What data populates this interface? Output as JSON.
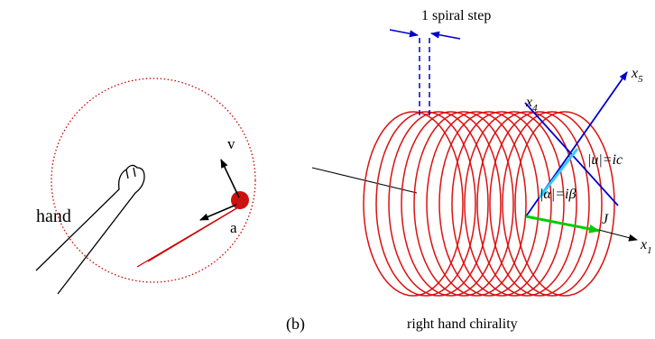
{
  "panel_a": {
    "labels": {
      "velocity": "v",
      "acceleration": "a",
      "hand": "hand"
    },
    "colors": {
      "orbit": "#cc0000",
      "ball": "#cc1111",
      "string": "#cc0000",
      "arrows": "#000000"
    }
  },
  "panel_b": {
    "labels": {
      "caption": "(b)",
      "spiral_step": "1 spiral step",
      "chirality": "right hand chirality",
      "x5_base": "x",
      "x5_sub": "5",
      "x4_base": "x",
      "x4_sub": "4",
      "x1_base": "x",
      "x1_sub": "1",
      "u_label": "|u|=ic",
      "alpha_label": "|α|=iβ",
      "J_label": "J"
    },
    "colors": {
      "coil": "#dd1111",
      "axes": "#0000cc",
      "J_vector": "#00cc00",
      "cyan_vector": "#33ccff",
      "step_marker": "#0000cc"
    }
  }
}
